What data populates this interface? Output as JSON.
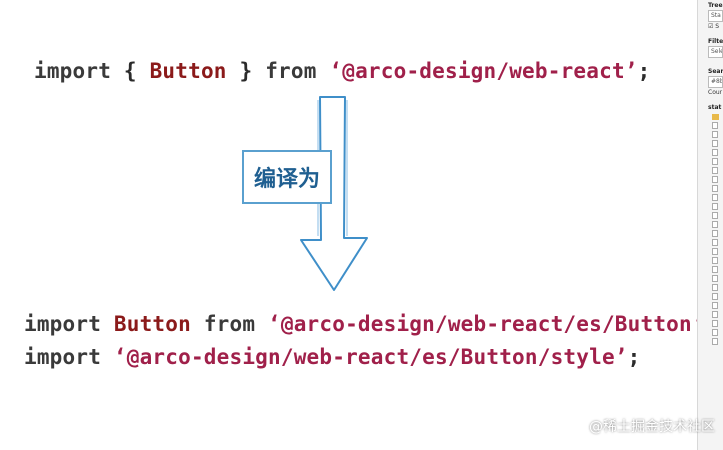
{
  "code_before": {
    "kw_import": "import",
    "brace_open": "{",
    "ident": "Button",
    "brace_close": "}",
    "kw_from": "from",
    "string": "‘@arco-design/web-react’",
    "semicolon": ";"
  },
  "label": "编译为",
  "code_after": {
    "line1": {
      "kw_import": "import",
      "ident": "Button",
      "kw_from": "from",
      "string": "‘@arco-design/web-react/es/Button’",
      "semicolon": ";"
    },
    "line2": {
      "kw_import": "import",
      "string": "‘@arco-design/web-react/es/Button/style’",
      "semicolon": ";"
    }
  },
  "side_panel": {
    "tree_heading": "Tree",
    "tree_select": "Sta",
    "tree_check": "S",
    "filter_heading": "Filte",
    "filter_input": "Sele",
    "search_heading": "Sear",
    "search_input": "#8b",
    "count_label": "Cour",
    "stats_heading": "stat"
  },
  "watermark": "@稀土掘金技术社区",
  "colors": {
    "keyword": "#3a3a3a",
    "identifier": "#8b1a1a",
    "string": "#a0204a",
    "label_border": "#5aa0cf",
    "label_text": "#1f5f91",
    "arrow_stroke": "#3f8fc9"
  }
}
